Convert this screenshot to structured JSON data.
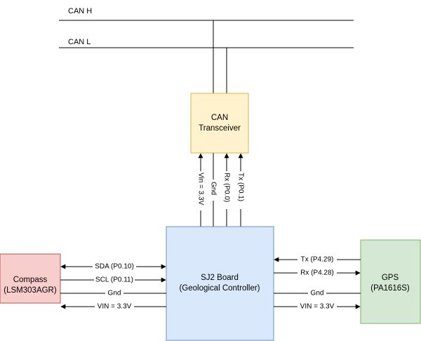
{
  "buses": {
    "can_h": "CAN H",
    "can_l": "CAN L"
  },
  "blocks": {
    "transceiver": {
      "line1": "CAN",
      "line2": "Transceiver",
      "fill": "#fff2cc",
      "stroke": "#d6b656"
    },
    "sj2": {
      "line1": "SJ2 Board",
      "line2": "(Geological Controller)",
      "fill": "#dae8fc",
      "stroke": "#6c8ebf"
    },
    "compass": {
      "line1": "Compass",
      "line2": "(LSM303AGR)",
      "fill": "#f8cecc",
      "stroke": "#b85450"
    },
    "gps": {
      "line1": "GPS",
      "line2": "(PA1616S)",
      "fill": "#d5e8d4",
      "stroke": "#82b366"
    }
  },
  "can_links": [
    "Vin = 3.3V",
    "Gnd",
    "Rx (P0.0)",
    "Tx (P0.1)"
  ],
  "compass_links": [
    "SDA (P0.10)",
    "SCL (P0.11)",
    "Gnd",
    "VIN = 3.3V"
  ],
  "gps_links": [
    "Tx (P4.29)",
    "Rx (P4.28)",
    "Gnd",
    "VIN = 3.3V"
  ]
}
